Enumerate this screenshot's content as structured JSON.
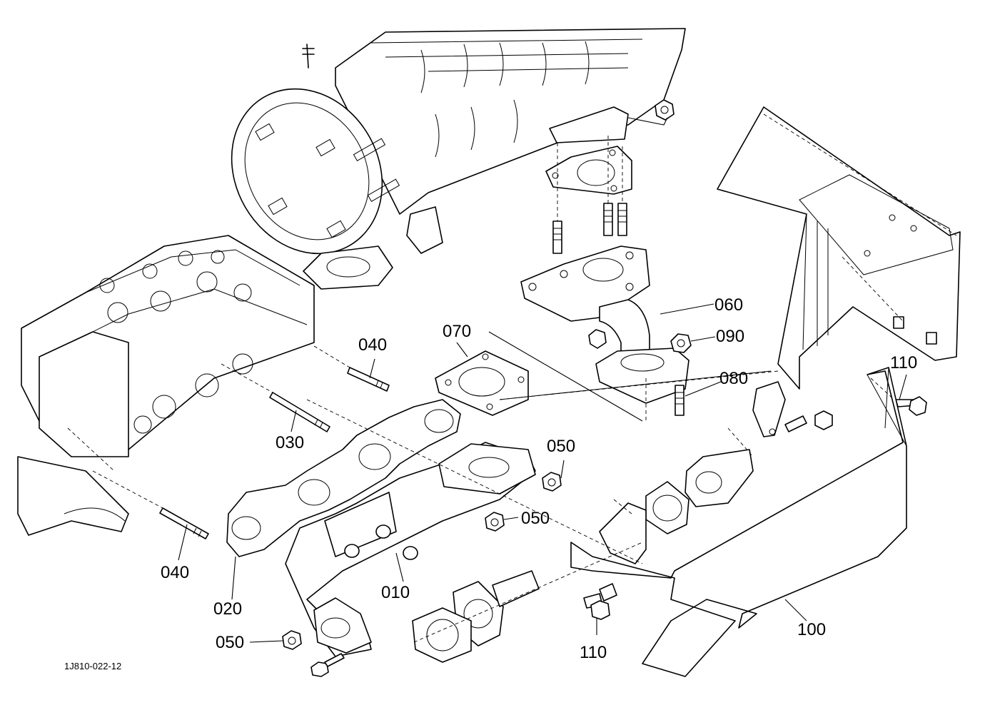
{
  "callouts": {
    "c010": "010",
    "c020": "020",
    "c030": "030",
    "c040_top": "040",
    "c040_bottom": "040",
    "c050_nut_right": "050",
    "c050_mid": "050",
    "c050_bottom": "050",
    "c060": "060",
    "c070": "070",
    "c080": "080",
    "c090": "090",
    "c100": "100",
    "c110_right": "110",
    "c110_bottom": "110"
  },
  "drawing_ref": "1J810-022-12"
}
